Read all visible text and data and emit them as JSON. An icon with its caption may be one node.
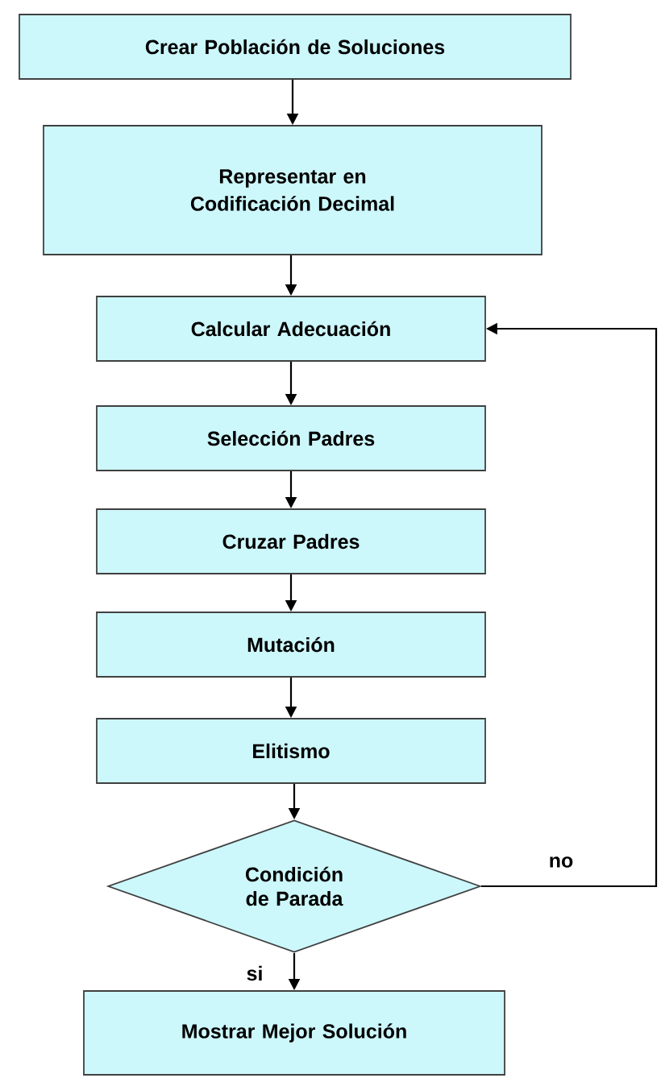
{
  "diagram": {
    "nodes": [
      {
        "text": [
          "Crear Población de Soluciones"
        ]
      },
      {
        "text": [
          "Representar en Codificación Decimal"
        ]
      },
      {
        "text": [
          "Calcular Adecuación"
        ]
      },
      {
        "text": [
          "Selección Padres"
        ]
      },
      {
        "text": [
          "Cruzar Padres"
        ]
      },
      {
        "text": [
          "Mutación"
        ]
      },
      {
        "text": [
          "Elitismo"
        ]
      },
      {
        "text": [
          "Condición de Parada"
        ]
      },
      {
        "text": [
          "Mostrar Mejor Solución"
        ]
      }
    ],
    "edges": [
      {
        "from": 0,
        "to": 1,
        "arrow": "to"
      },
      {
        "from": 1,
        "to": 2,
        "arrow": "to"
      },
      {
        "from": 2,
        "to": 3,
        "arrow": "to"
      },
      {
        "from": 3,
        "to": 4,
        "arrow": "to"
      },
      {
        "from": 4,
        "to": 5,
        "arrow": "to"
      },
      {
        "from": 5,
        "to": 6,
        "arrow": "to"
      },
      {
        "from": 6,
        "to": 7,
        "arrow": "to"
      },
      {
        "from": 7,
        "to": 8,
        "arrow": "to",
        "label": "si"
      },
      {
        "from": 7,
        "to": 2,
        "arrow": "to",
        "label": "no"
      }
    ]
  }
}
